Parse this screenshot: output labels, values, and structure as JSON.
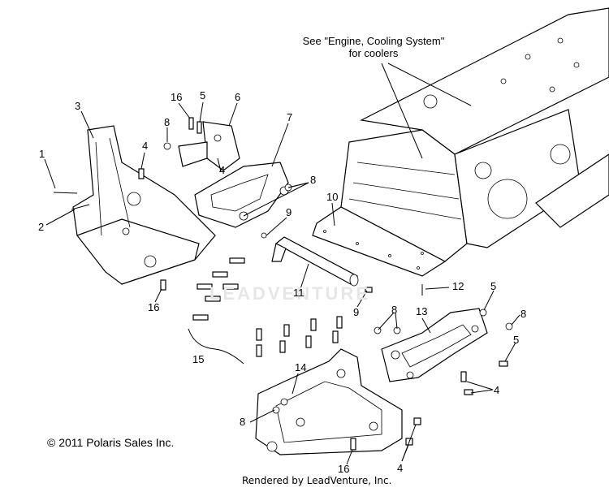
{
  "note": {
    "line1": "See \"Engine, Cooling System\"",
    "line2": "for coolers"
  },
  "callouts": {
    "c1": "1",
    "c2": "2",
    "c3": "3",
    "c4a": "4",
    "c4b": "4",
    "c4c": "4",
    "c4d": "4",
    "c5a": "5",
    "c5b": "5",
    "c5c": "5",
    "c6": "6",
    "c7": "7",
    "c8a": "8",
    "c8b": "8",
    "c8c": "8",
    "c8d": "8",
    "c8e": "8",
    "c9a": "9",
    "c9b": "9",
    "c10": "10",
    "c11": "11",
    "c12": "12",
    "c13": "13",
    "c14": "14",
    "c15": "15",
    "c16a": "16",
    "c16b": "16",
    "c16c": "16"
  },
  "copyright": "© 2011 Polaris Sales Inc.",
  "rendered_by": "Rendered by LeadVenture, Inc.",
  "watermark": "LEADVENTURE"
}
